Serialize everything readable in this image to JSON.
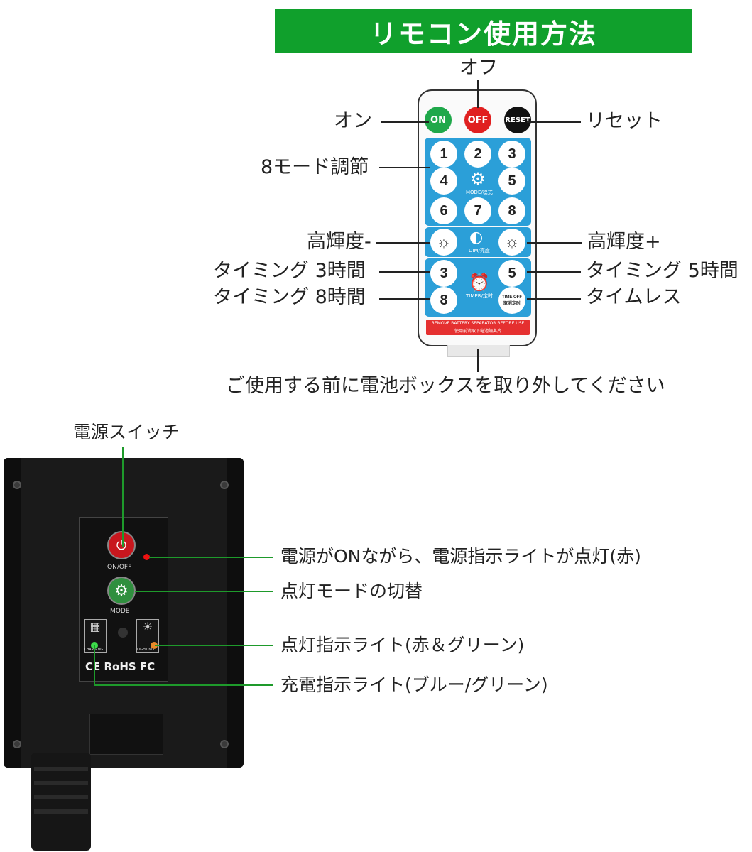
{
  "title": "リモコン使用方法",
  "remote_labels": {
    "off": "オフ",
    "on": "オン",
    "reset": "リセット",
    "mode8": "8モード調節",
    "bright_down": "高輝度-",
    "bright_up": "高輝度+",
    "timer3": "タイミング 3時間",
    "timer5": "タイミング 5時間",
    "timer8": "タイミング 8時間",
    "timeless": "タイムレス",
    "battery_note": "ご使用する前に電池ボックスを取り外してください"
  },
  "remote_buttons": {
    "on": "ON",
    "off": "OFF",
    "reset": "RESET",
    "numbers": [
      "1",
      "2",
      "3",
      "4",
      "5",
      "6",
      "7",
      "8"
    ],
    "mode_caption": "MODE/模式",
    "dim_caption": "DIM/亮度",
    "timer_3": "3",
    "timer_5": "5",
    "timer_8": "8",
    "timer_caption": "TIMER/定时",
    "time_off": "TIME OFF",
    "time_off_cn": "取消定时",
    "warning_en": "REMOVE BATTERY SEPARATOR BEFORE USE",
    "warning_cn": "使用前请取下电池隔离片"
  },
  "device_labels": {
    "power_switch": "電源スイッチ",
    "power_indicator": "電源がONながら、電源指示ライトが点灯(赤)",
    "mode_switch": "点灯モードの切替",
    "light_indicator": "点灯指示ライト(赤＆グリーン)",
    "charge_indicator": "充電指示ライト(ブルー/グリーン)"
  },
  "device_panel": {
    "onoff": "ON/OFF",
    "mode": "MODE",
    "charging": "CHARGING",
    "lighting": "LIGHTING",
    "certs": "CE RoHS FC"
  },
  "colors": {
    "banner": "#10a02c",
    "remote_panel": "#2b9fd8",
    "on_button": "#1fa84a",
    "off_button": "#e02020",
    "reset_button": "#111111",
    "power_button": "#c8171e",
    "mode_button": "#2f8f3e",
    "callout_line": "#1e9a2b"
  }
}
